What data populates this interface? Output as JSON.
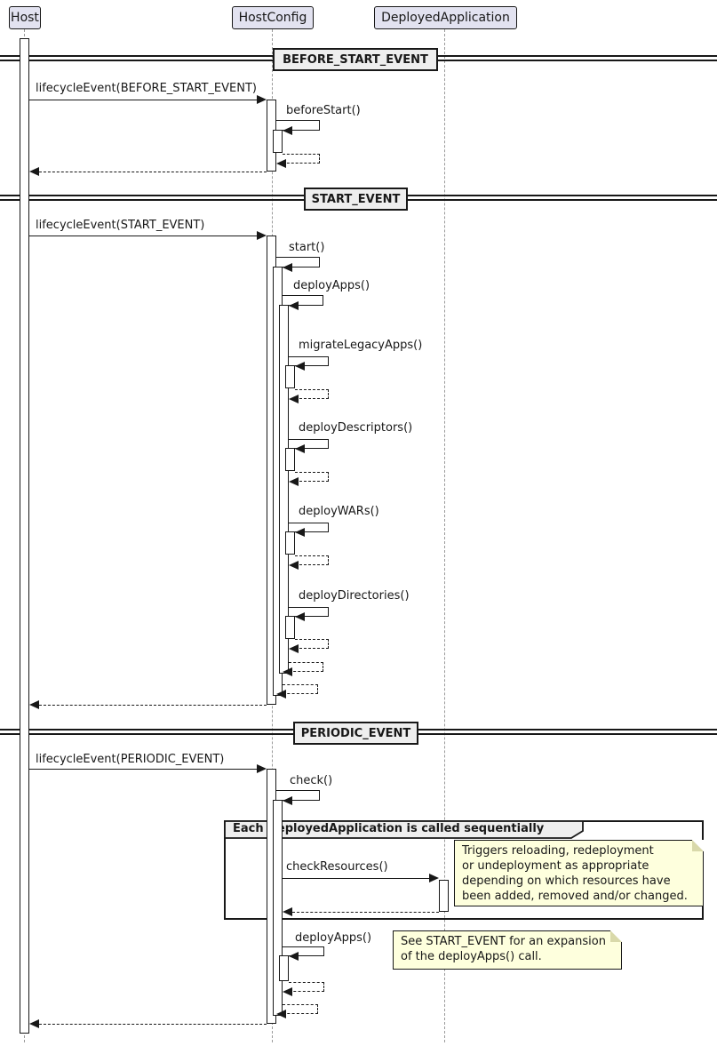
{
  "participants": {
    "host": "Host",
    "hostconfig": "HostConfig",
    "deployedapplication": "DeployedApplication"
  },
  "dividers": {
    "before_start": "BEFORE_START_EVENT",
    "start": "START_EVENT",
    "periodic": "PERIODIC_EVENT"
  },
  "messages": {
    "before_lifecycle": "lifecycleEvent(BEFORE_START_EVENT)",
    "beforeStart": "beforeStart()",
    "start_lifecycle": "lifecycleEvent(START_EVENT)",
    "start": "start()",
    "deployApps": "deployApps()",
    "migrateLegacyApps": "migrateLegacyApps()",
    "deployDescriptors": "deployDescriptors()",
    "deployWARs": "deployWARs()",
    "deployDirectories": "deployDirectories()",
    "periodic_lifecycle": "lifecycleEvent(PERIODIC_EVENT)",
    "check": "check()",
    "checkResources": "checkResources()",
    "periodic_deployApps": "deployApps()"
  },
  "group": {
    "label": "Each DeployedApplication is called sequentially"
  },
  "notes": {
    "check_resources": "Triggers reloading, redeployment\nor undeployment as appropriate\ndepending on which resources have\nbeen added, removed and/or changed.",
    "deploy_apps": "See START_EVENT for an expansion\nof the deployApps() call."
  },
  "colors": {
    "participant_fill": "#E2E2F0",
    "divider_fill": "#EEEEEE",
    "group_header_fill": "#EEEEEE",
    "note_fill": "#FEFFDD",
    "line": "#181818",
    "lifeline": "#9A9A9A"
  }
}
